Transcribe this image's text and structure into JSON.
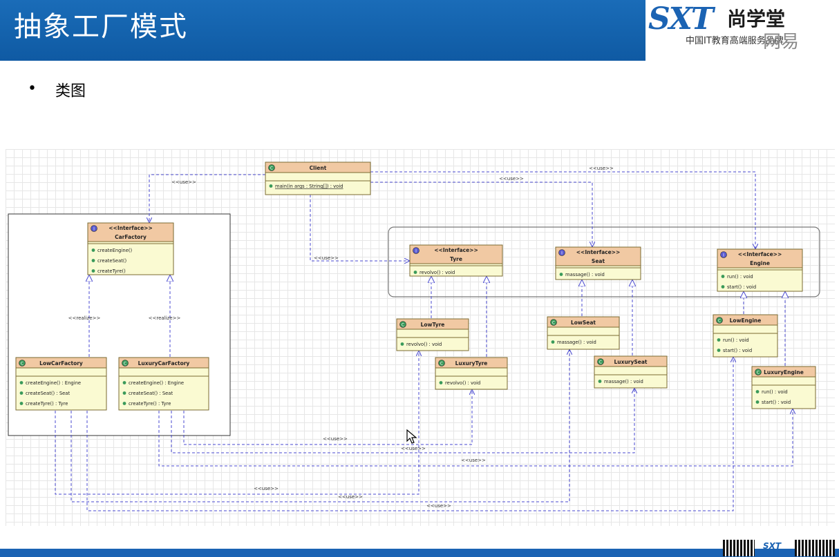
{
  "slide": {
    "title": "抽象工厂模式",
    "bullet": "类图"
  },
  "logo": {
    "mark": "SXT",
    "name": "尚学堂",
    "tagline": "中国IT教育高端服务品牌",
    "watermark": "网易"
  },
  "footer": {
    "logo": "SXT"
  },
  "colors": {
    "header": "#1b63b3",
    "classHeader": "#f1c9a3",
    "classBody": "#fafad2",
    "classBorder": "#7a6a30",
    "dep": "#4a4ad0"
  },
  "uml": {
    "use_label": "<<use>>",
    "realize_label": "<<realize>>",
    "interface_stereotype": "<<Interface>>",
    "classes": {
      "client": {
        "name": "Client",
        "ops": [
          "main(in args : String[]) : void"
        ]
      },
      "carFactory": {
        "name": "CarFactory",
        "ops": [
          "createEngine()",
          "createSeat()",
          "createTyre()"
        ]
      },
      "lowCarFactory": {
        "name": "LowCarFactory",
        "ops": [
          "createEngine() : Engine",
          "createSeat() : Seat",
          "createTyre() : Tyre"
        ]
      },
      "luxuryCarFactory": {
        "name": "LuxuryCarFactory",
        "ops": [
          "createEngine() : Engine",
          "createSeat() : Seat",
          "createTyre() : Tyre"
        ]
      },
      "tyre": {
        "name": "Tyre",
        "ops": [
          "revolvo() : void"
        ]
      },
      "seat": {
        "name": "Seat",
        "ops": [
          "massage() : void"
        ]
      },
      "engine": {
        "name": "Engine",
        "ops": [
          "run() : void",
          "start() : void"
        ]
      },
      "lowTyre": {
        "name": "LowTyre",
        "ops": [
          "revolvo() : void"
        ]
      },
      "luxuryTyre": {
        "name": "LuxuryTyre",
        "ops": [
          "revolvo() : void"
        ]
      },
      "lowSeat": {
        "name": "LowSeat",
        "ops": [
          "massage() : void"
        ]
      },
      "luxurySeat": {
        "name": "LuxurySeat",
        "ops": [
          "massage() : void"
        ]
      },
      "lowEngine": {
        "name": "LowEngine",
        "ops": [
          "run() : void",
          "start() : void"
        ]
      },
      "luxuryEngine": {
        "name": "LuxuryEngine",
        "ops": [
          "run() : void",
          "start() : void"
        ]
      }
    }
  }
}
